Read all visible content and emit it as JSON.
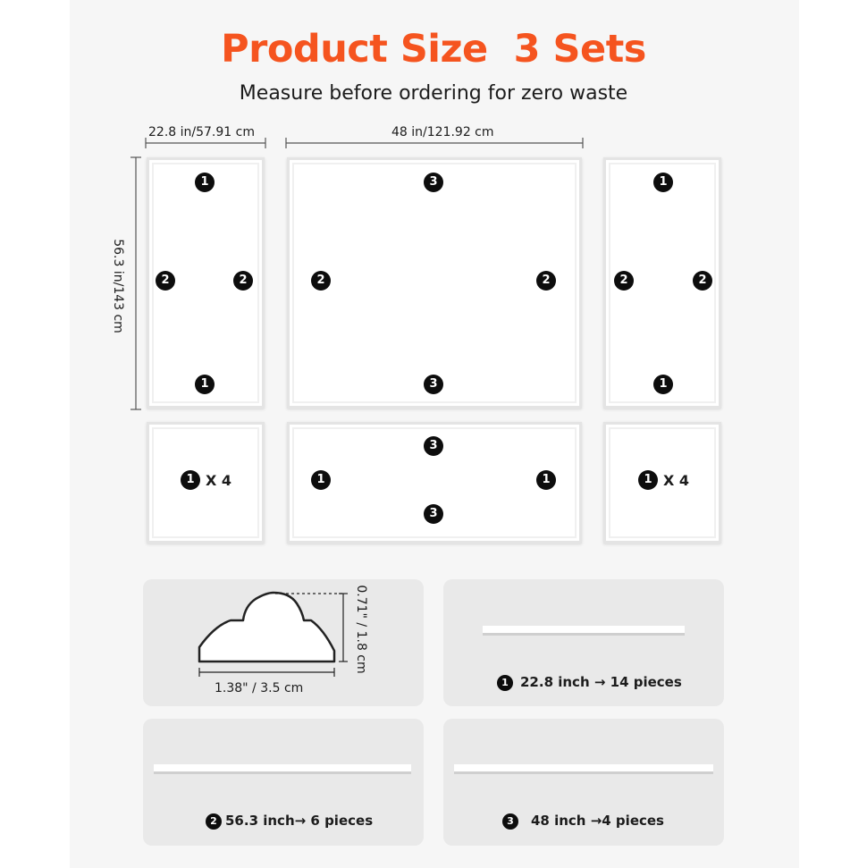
{
  "header": {
    "title": "Product Size  3 Sets",
    "subtitle": "Measure before ordering for zero waste"
  },
  "dimensions": {
    "panel_width": "22.8 in/57.91 cm",
    "center_width": "48 in/121.92 cm",
    "height": "56.3 in/143 cm"
  },
  "frames": {
    "top_left": {
      "top": "1",
      "bottom": "1",
      "left": "2",
      "right": "2"
    },
    "top_center": {
      "top": "3",
      "bottom": "3",
      "left": "2",
      "right": "2"
    },
    "top_right": {
      "top": "1",
      "bottom": "1",
      "left": "2",
      "right": "2"
    },
    "bottom_left": {
      "badge": "1",
      "mult": "X 4"
    },
    "bottom_center": {
      "top": "3",
      "bottom": "3",
      "left": "1",
      "right": "1"
    },
    "bottom_right": {
      "badge": "1",
      "mult": "X 4"
    }
  },
  "profile": {
    "height_label": "0.71\" / 1.8 cm",
    "width_label": "1.38\" / 3.5 cm"
  },
  "pieces": [
    {
      "badge": "1",
      "label": "22.8 inch → 14 pieces"
    },
    {
      "badge": "2",
      "label": "56.3 inch→ 6 pieces"
    },
    {
      "badge": "3",
      "label": "48 inch →4 pieces"
    }
  ],
  "colors": {
    "accent": "#f5541f",
    "badge": "#0d0d0d",
    "card": "#e9e9e9"
  }
}
